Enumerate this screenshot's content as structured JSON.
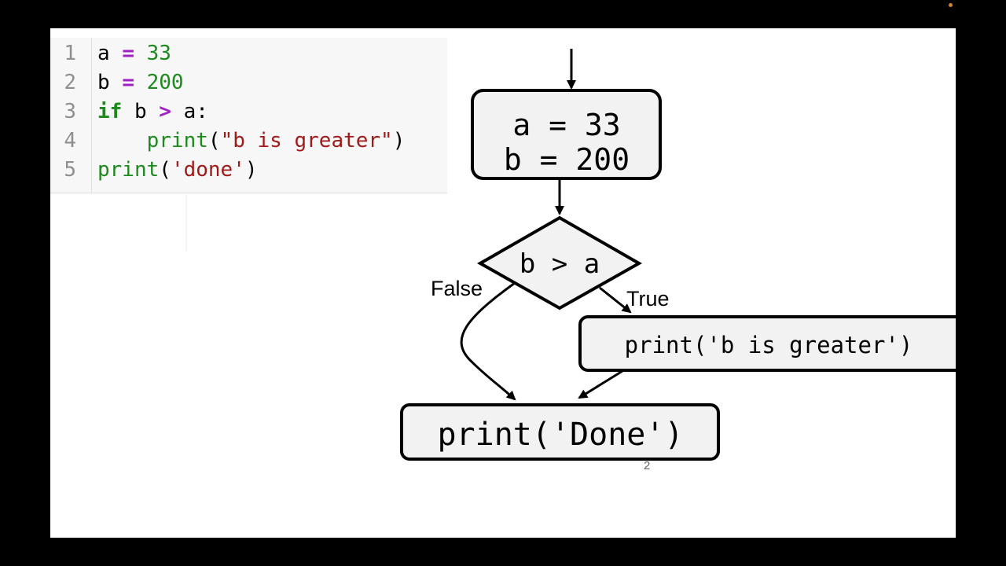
{
  "code": {
    "lines": [
      {
        "n": "1",
        "tokens": [
          {
            "text": "a ",
            "cls": "plain"
          },
          {
            "text": "=",
            "cls": "op"
          },
          {
            "text": " ",
            "cls": "plain"
          },
          {
            "text": "33",
            "cls": "num"
          }
        ]
      },
      {
        "n": "2",
        "tokens": [
          {
            "text": "b ",
            "cls": "plain"
          },
          {
            "text": "=",
            "cls": "op"
          },
          {
            "text": " ",
            "cls": "plain"
          },
          {
            "text": "200",
            "cls": "num"
          }
        ]
      },
      {
        "n": "3",
        "tokens": [
          {
            "text": "if",
            "cls": "kw"
          },
          {
            "text": " b ",
            "cls": "plain"
          },
          {
            "text": ">",
            "cls": "op"
          },
          {
            "text": " a:",
            "cls": "plain"
          }
        ]
      },
      {
        "n": "4",
        "tokens": [
          {
            "text": "    ",
            "cls": "plain"
          },
          {
            "text": "print",
            "cls": "bi"
          },
          {
            "text": "(",
            "cls": "pn"
          },
          {
            "text": "\"b is greater\"",
            "cls": "str"
          },
          {
            "text": ")",
            "cls": "pn"
          }
        ]
      },
      {
        "n": "5",
        "tokens": [
          {
            "text": "print",
            "cls": "bi"
          },
          {
            "text": "(",
            "cls": "pn"
          },
          {
            "text": "'done'",
            "cls": "str"
          },
          {
            "text": ")",
            "cls": "pn"
          }
        ]
      }
    ]
  },
  "flowchart": {
    "assign_box": {
      "line1": "a = 33",
      "line2": "b = 200"
    },
    "decision": "b > a",
    "true_box": "print('b is greater')",
    "done_box": "print('Done')",
    "false_label": "False",
    "true_label": "True"
  },
  "slide_number": "2",
  "colors": {
    "keyword": "#1d8a1d",
    "operator": "#a020c8",
    "number": "#1d8a1d",
    "string": "#a11a1a",
    "box_fill": "#f2f2f2",
    "line_number": "#8f8f8f"
  }
}
